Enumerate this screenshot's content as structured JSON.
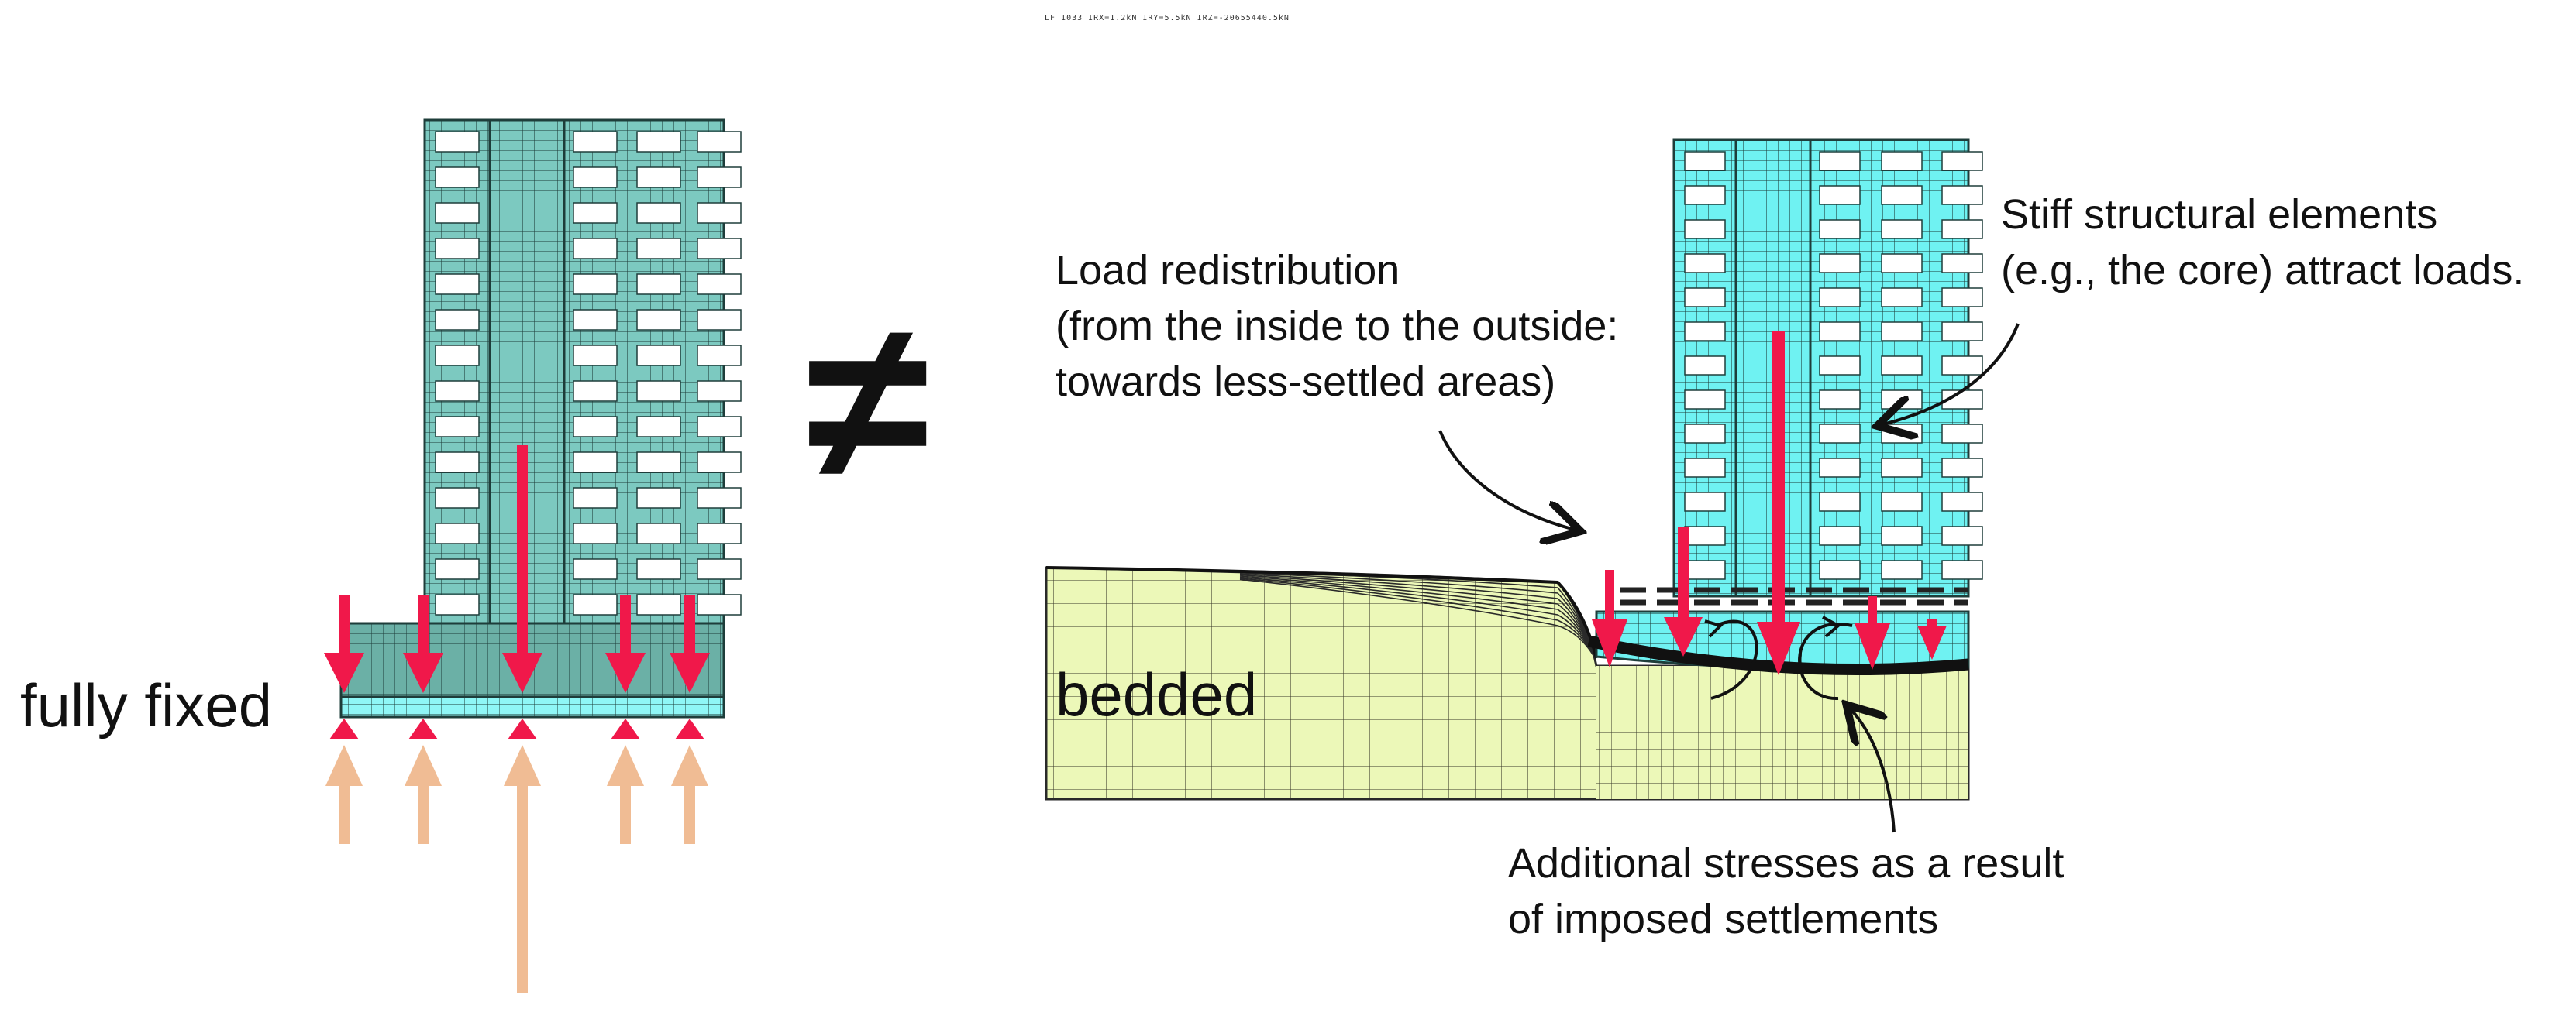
{
  "header_caption": "LF 1033  IRX=1.2kN IRY=5.5kN IRZ=-20655440.5kN",
  "not_equal_symbol": "≠",
  "left_model": {
    "label": "fully fixed"
  },
  "right_model": {
    "label": "bedded",
    "annotations": {
      "load_redistribution": {
        "line1": "Load redistribution",
        "line2": "(from the inside to the outside:",
        "line3": "towards less-settled areas)"
      },
      "stiff_elements": {
        "line1": "Stiff structural elements",
        "line2": "(e.g., the core) attract loads."
      },
      "additional_stresses": {
        "line1": "Additional stresses as a result",
        "line2": "of imposed settlements"
      }
    }
  },
  "colors": {
    "building_mesh": "#7cc9c0",
    "building_mesh_bedded": "#6ff2f2",
    "foundation": "#6bb0a6",
    "slab": "#8ff6f6",
    "soil": "#ecf8b8",
    "load_arrow": "#f0184a",
    "reaction_arrow": "#f0bc94",
    "mesh_line": "#1e3d3a"
  }
}
